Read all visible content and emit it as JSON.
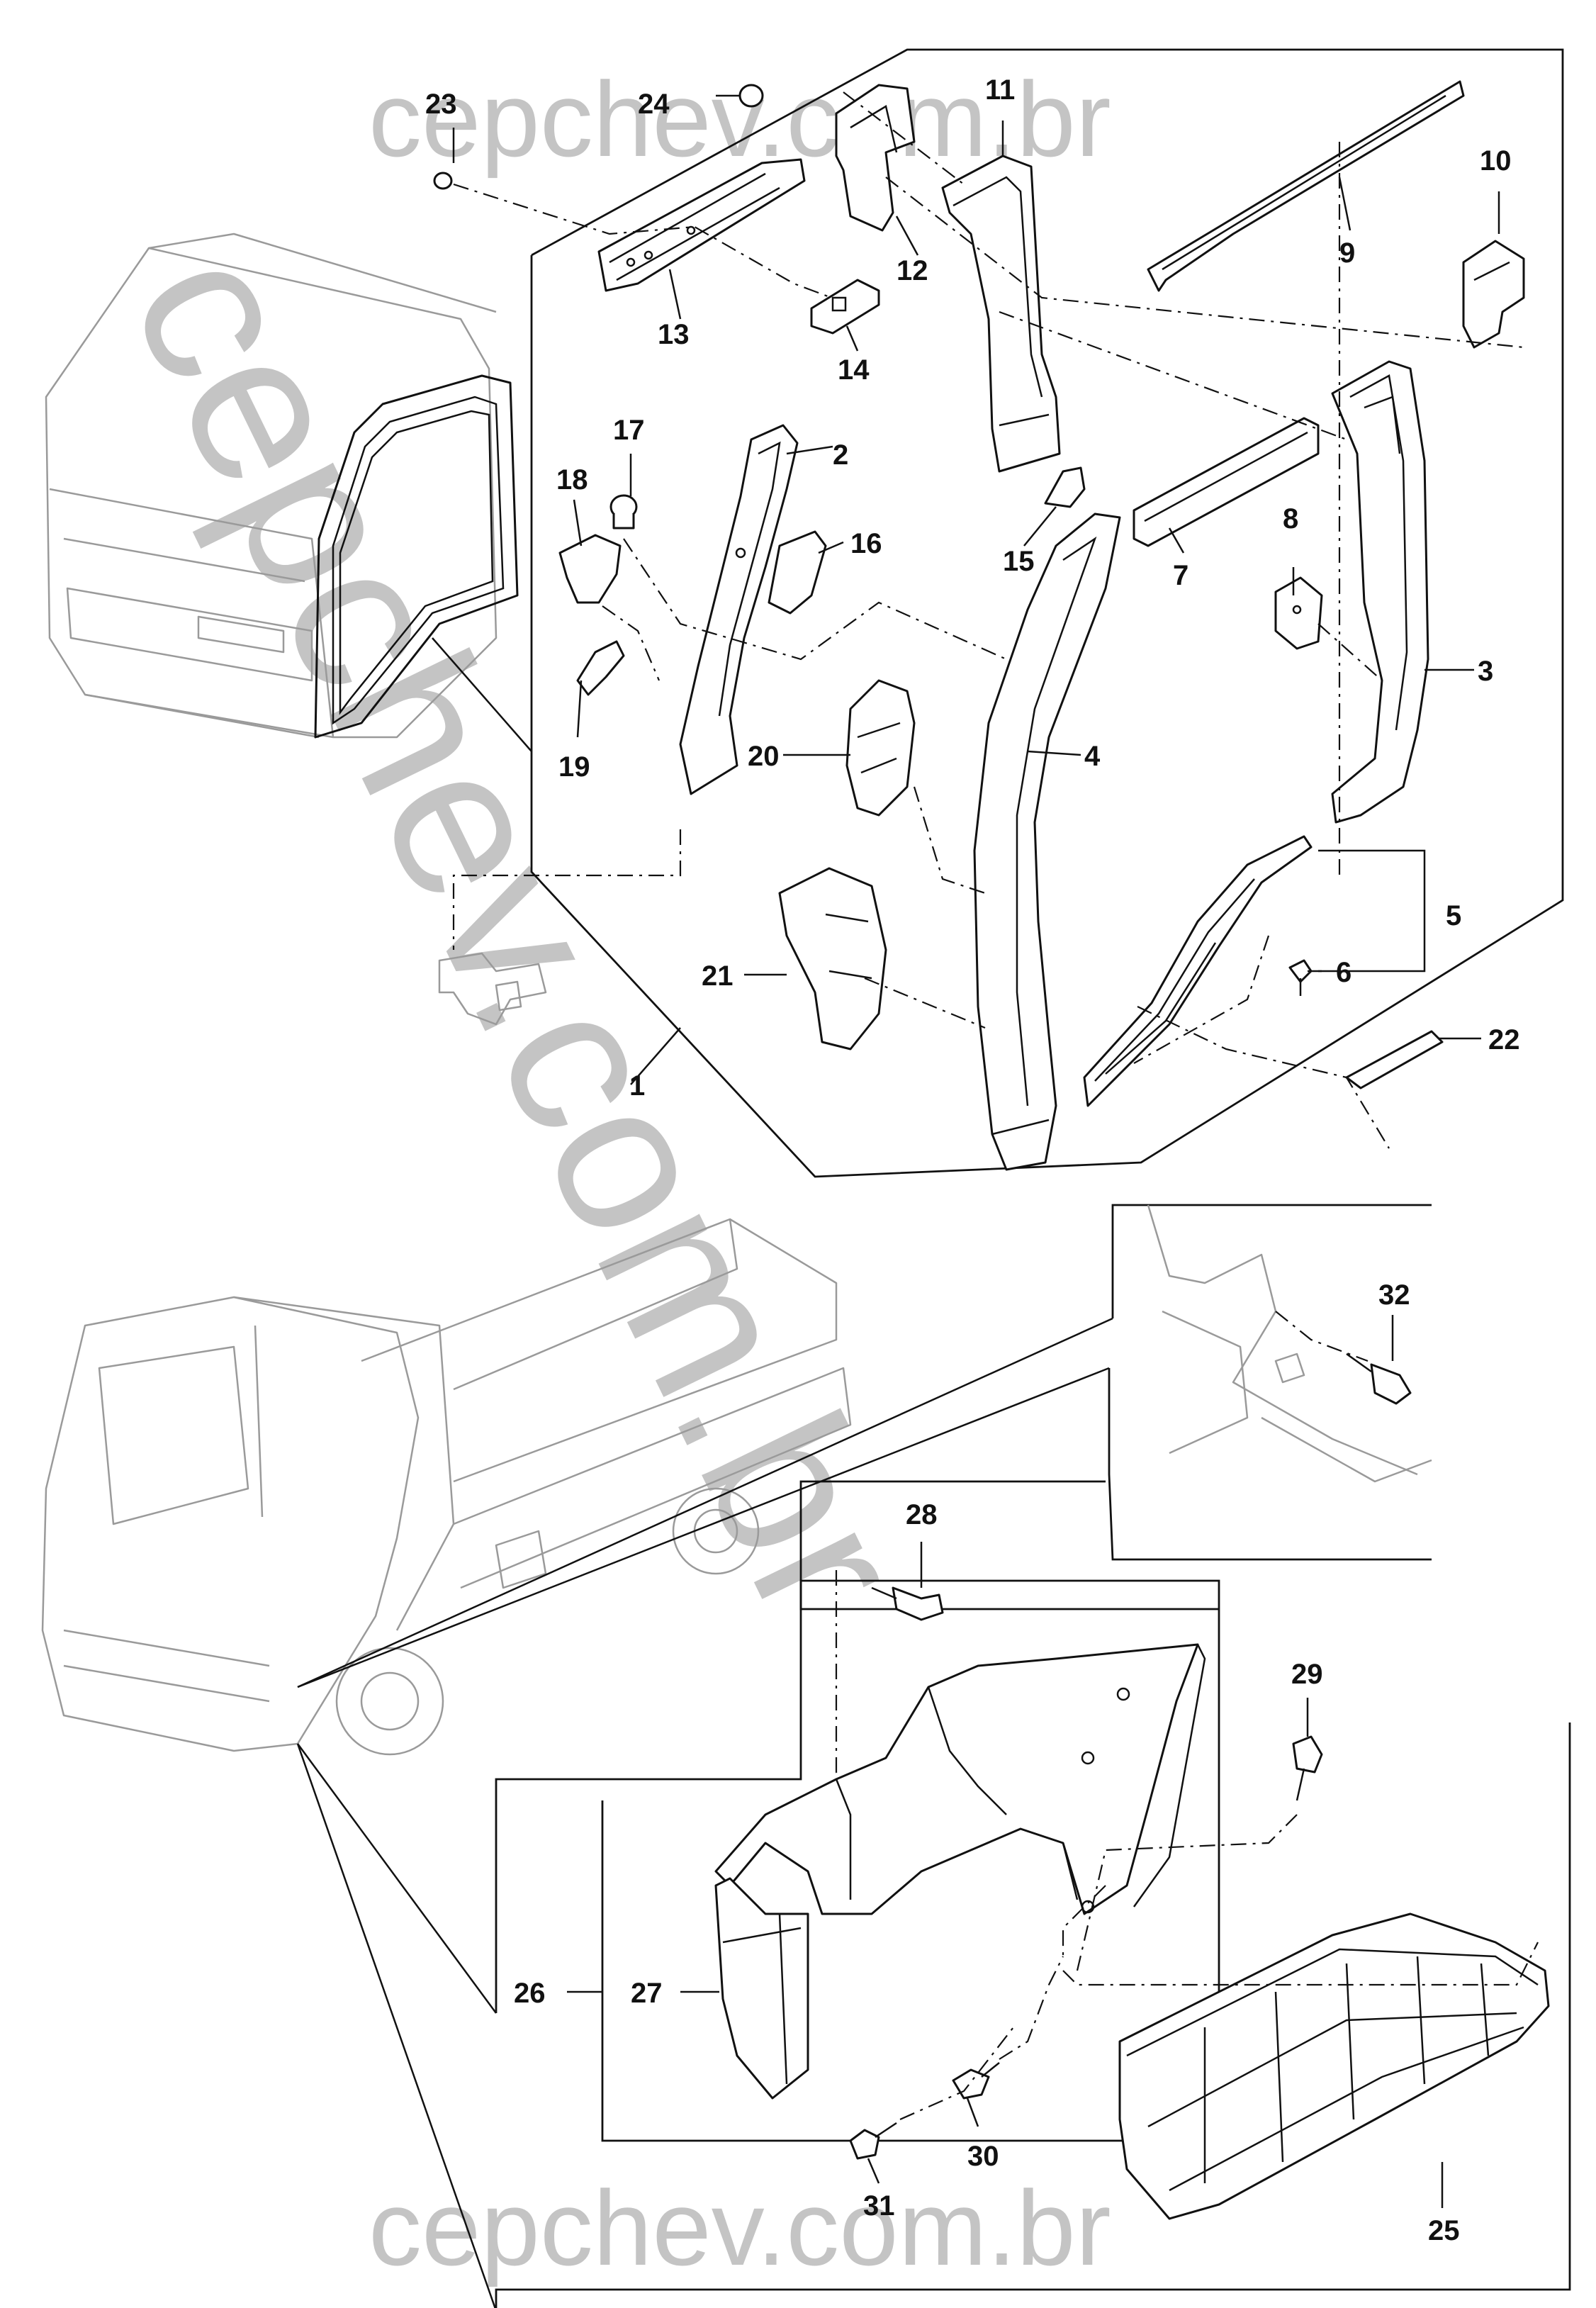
{
  "watermark": {
    "top": "cepchev.com.br",
    "bottom": "cepchev.com.br",
    "diagonal": "cepchev.com.br"
  },
  "callouts": [
    "1",
    "2",
    "3",
    "4",
    "5",
    "6",
    "7",
    "8",
    "9",
    "10",
    "11",
    "12",
    "13",
    "14",
    "15",
    "16",
    "17",
    "18",
    "19",
    "20",
    "21",
    "22",
    "23",
    "24",
    "25",
    "26",
    "27",
    "28",
    "29",
    "30",
    "31",
    "32"
  ],
  "colors": {
    "line": "#111111",
    "ghost": "#9a9a9a",
    "watermark": "#c4c4c4",
    "background": "#ffffff"
  }
}
